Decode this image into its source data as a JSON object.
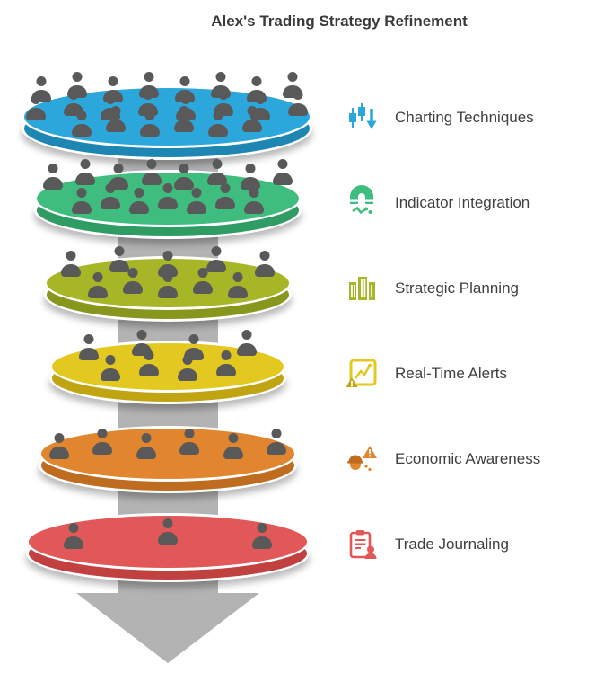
{
  "title": "Alex's Trading Strategy Refinement",
  "levels": [
    {
      "label": "Charting Techniques",
      "color": "#2ba7db",
      "dark": "#1e86b3",
      "icon": "candlestick-chart-icon",
      "people": 22
    },
    {
      "label": "Indicator Integration",
      "color": "#3ebd7e",
      "dark": "#2e9c63",
      "icon": "magnet-icon",
      "people": 15
    },
    {
      "label": "Strategic Planning",
      "color": "#a6b626",
      "dark": "#87961c",
      "icon": "buildings-icon",
      "people": 10
    },
    {
      "label": "Real-Time Alerts",
      "color": "#e3c81f",
      "dark": "#c0a412",
      "icon": "chart-alert-icon",
      "people": 8
    },
    {
      "label": "Economic Awareness",
      "color": "#e1862e",
      "dark": "#bf6c20",
      "icon": "worker-alert-icon",
      "people": 6
    },
    {
      "label": "Trade Journaling",
      "color": "#e25757",
      "dark": "#c14040",
      "icon": "journal-icon",
      "people": 3
    }
  ],
  "colors": {
    "funnel_column": "#b3b3b3",
    "person": "#595959",
    "title_text": "#3a3a3a",
    "label_text": "#404040"
  }
}
